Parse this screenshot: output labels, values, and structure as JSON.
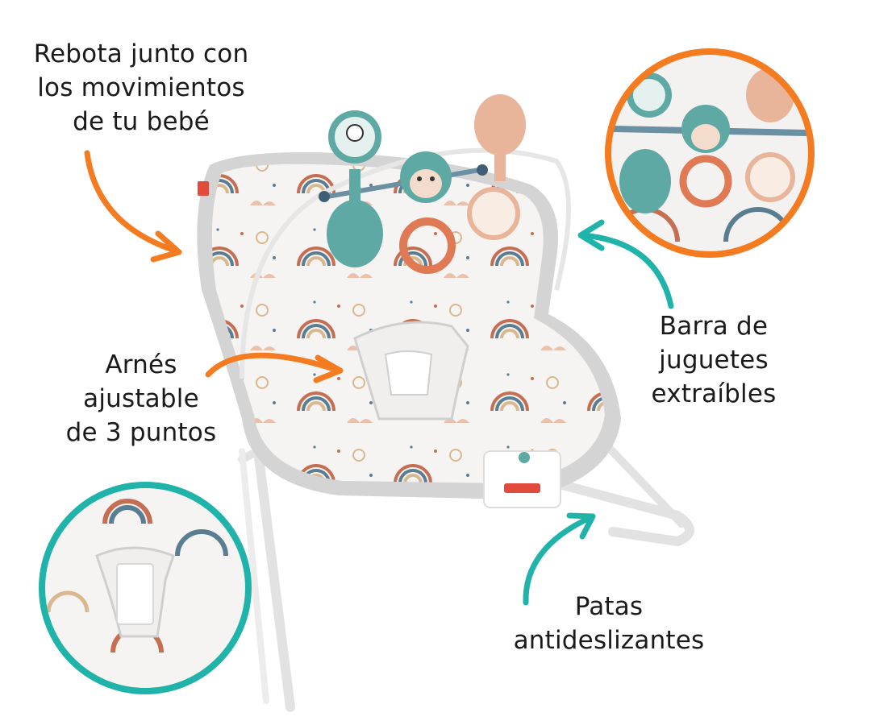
{
  "callouts": {
    "bounce": {
      "lines": [
        "Rebota junto con",
        "los movimientos",
        "de tu bebé"
      ]
    },
    "harness": {
      "lines": [
        "Arnés",
        "ajustable",
        "de 3 puntos"
      ]
    },
    "toy_bar": {
      "lines": [
        "Barra de",
        "juguetes",
        "extraíbles"
      ]
    },
    "legs": {
      "lines": [
        "Patas",
        "antideslizantes"
      ]
    }
  },
  "colors": {
    "orange_accent": "#f47b20",
    "teal_accent": "#1fb3a9",
    "seat_fabric": "#f4f2f0",
    "seat_trim": "#cfcfcf",
    "frame": "#e9e9e9",
    "toy_teal": "#5fa9a4",
    "toy_peach": "#e8b49a",
    "rainbow_rust": "#c66e52",
    "rainbow_slate": "#5b7d92",
    "rainbow_sand": "#d9b88f"
  },
  "icons": {
    "bounce_arrow": "curved-arrow-icon",
    "harness_arrow": "curved-arrow-icon",
    "toybar_arrow": "curved-arrow-icon",
    "legs_arrow": "curved-arrow-icon",
    "product": "baby-bouncer-icon",
    "toybar_detail": "toy-bar-closeup",
    "harness_detail": "harness-closeup"
  }
}
